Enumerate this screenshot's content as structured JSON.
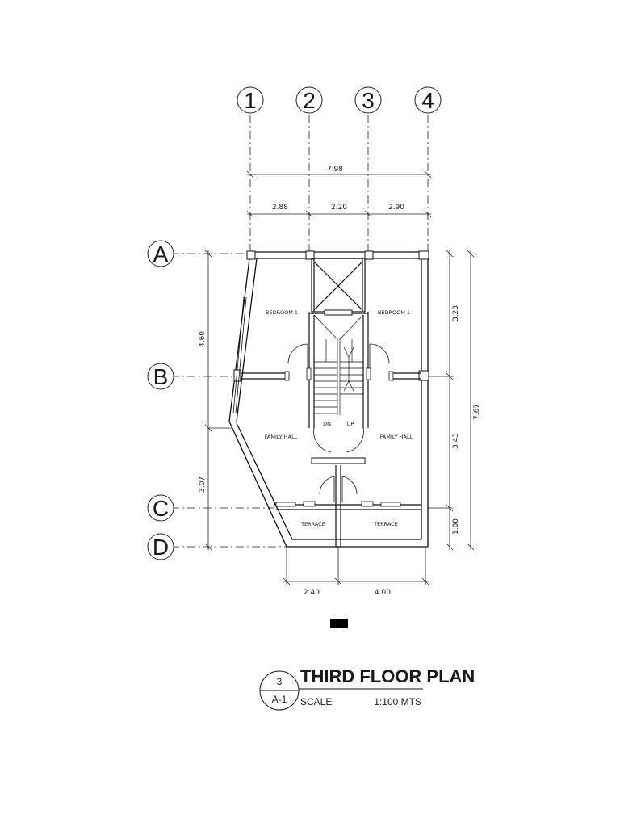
{
  "grid": {
    "columns": [
      "1",
      "2",
      "3",
      "4"
    ],
    "rows": [
      "A",
      "B",
      "C",
      "D"
    ]
  },
  "dimensions": {
    "top_overall": "7.98",
    "top_spans": [
      "2.88",
      "2.20",
      "2.90"
    ],
    "left_upper": "4.60",
    "left_lower": "3.07",
    "right_spans": [
      "3.23",
      "3.43",
      "1.00"
    ],
    "right_overall": "7.67",
    "bottom_spans": [
      "2.40",
      "4.00"
    ]
  },
  "rooms": {
    "bedroom_left": "BEDROOM 1",
    "bedroom_right": "BEDROOM 1",
    "family_hall_left": "FAMILY HALL",
    "family_hall_right": "FAMILY HALL",
    "terrace_left": "TERRACE",
    "terrace_right": "TERRACE",
    "stair_down": "DN",
    "stair_up": "UP"
  },
  "title_block": {
    "drawing_number": "3",
    "sheet": "A-1",
    "title": "THIRD FLOOR PLAN",
    "scale_label": "SCALE",
    "scale_value": "1:100 MTS"
  }
}
